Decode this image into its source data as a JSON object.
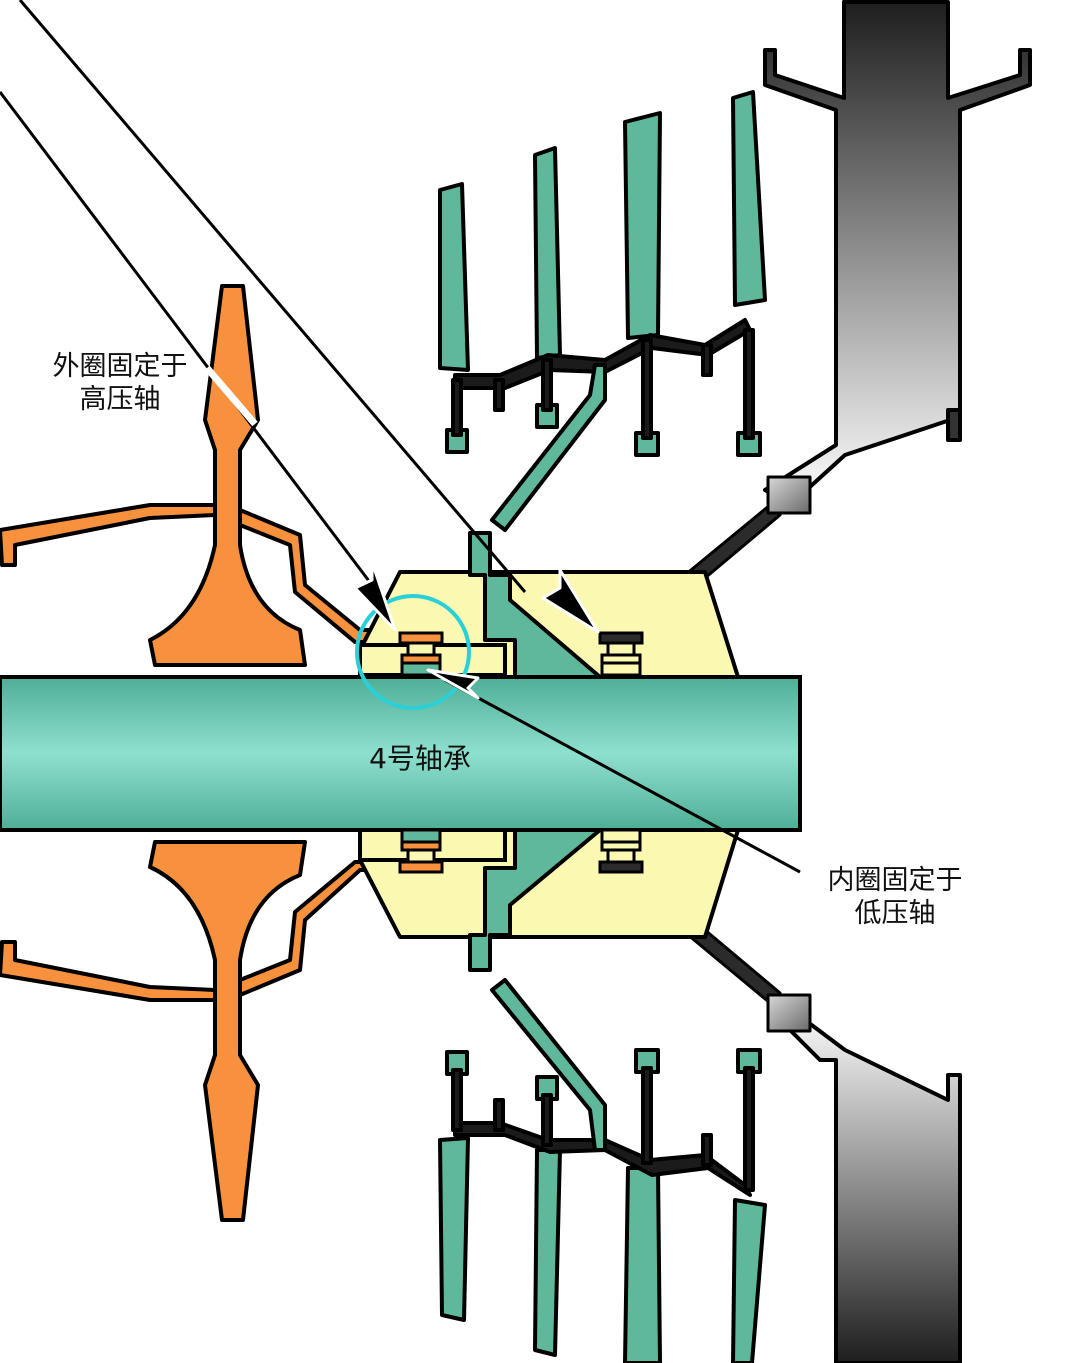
{
  "labels": {
    "outer_ring_line1": "外圈固定于",
    "outer_ring_line2": "高压轴",
    "inner_ring_line1": "内圈固定于",
    "inner_ring_line2": "低压轴",
    "bearing_name": "4号轴承"
  },
  "colors": {
    "lp_shaft": "#6cc4ab",
    "hp_rotor": "#f7913d",
    "turbine_case": "#3a3a3a",
    "bearing_housing": "#fbf8b2",
    "highlight_circle": "#2ad0d8",
    "outline": "#000000"
  }
}
